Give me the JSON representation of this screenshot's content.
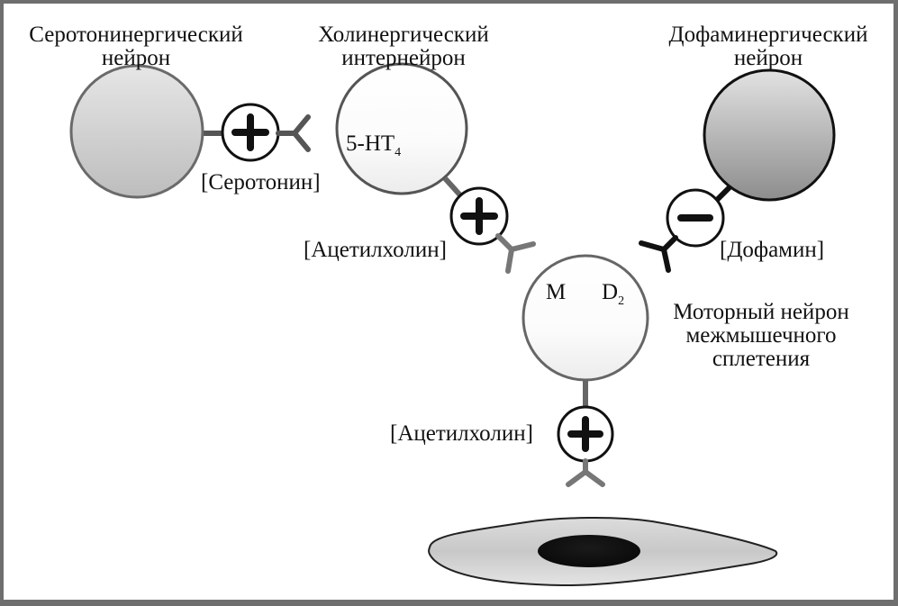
{
  "diagram": {
    "nodes": {
      "serotonergic": {
        "line1": "Серотонинергический",
        "line2": "нейрон"
      },
      "cholinergic": {
        "line1": "Холинергический",
        "line2": "интернейрон",
        "receptor": "5-HT",
        "receptor_sub": "4"
      },
      "dopaminergic": {
        "line1": "Дофаминергический",
        "line2": "нейрон"
      },
      "motor": {
        "line1": "Моторный нейрон",
        "line2": "межмышечного",
        "line3": "сплетения",
        "receptor_m": "M",
        "receptor_d": "D",
        "receptor_d_sub": "2"
      }
    },
    "transmitters": {
      "serotonin": {
        "label": "[Серотонин]",
        "effect": "+"
      },
      "acetylcholine_1": {
        "label": "[Ацетилхолин]",
        "effect": "+"
      },
      "dopamine": {
        "label": "[Дофамин]",
        "effect": "−"
      },
      "acetylcholine_2": {
        "label": "[Ацетилхолин]",
        "effect": "+"
      }
    },
    "target": {
      "name": "smooth-muscle-cell"
    }
  }
}
